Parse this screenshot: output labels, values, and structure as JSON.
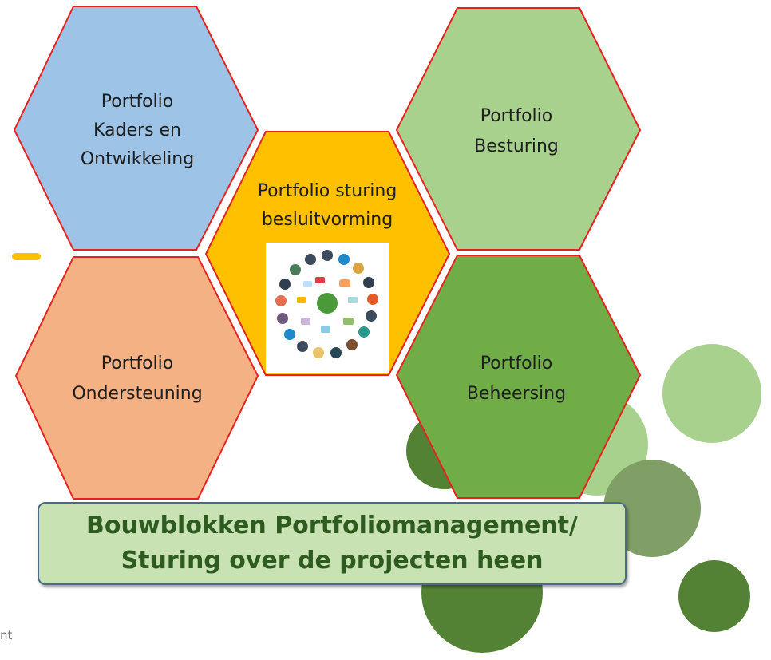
{
  "diagram": {
    "hexagons": {
      "kaders": {
        "lines": [
          "Portfolio",
          "Kaders en",
          "Ontwikkeling"
        ],
        "color": "#9dc3e6"
      },
      "besturing": {
        "lines": [
          "Portfolio",
          "Besturing"
        ],
        "color": "#a9d18e"
      },
      "sturing": {
        "lines": [
          "Portfolio sturing",
          "besluitvorming"
        ],
        "color": "#ffc000"
      },
      "ondersteuning": {
        "lines": [
          "Portfolio",
          "Ondersteuning"
        ],
        "color": "#f4b183"
      },
      "beheersing": {
        "lines": [
          "Portfolio",
          "Beheersing"
        ],
        "color": "#70ad47"
      }
    },
    "hex_border_color": "#e8211d",
    "center_image": "people-around-table-image",
    "banner": {
      "line1": "Bouwblokken Portfoliomanagement/",
      "line2": "Sturing over de projecten heen"
    },
    "corner_text": "nt"
  }
}
